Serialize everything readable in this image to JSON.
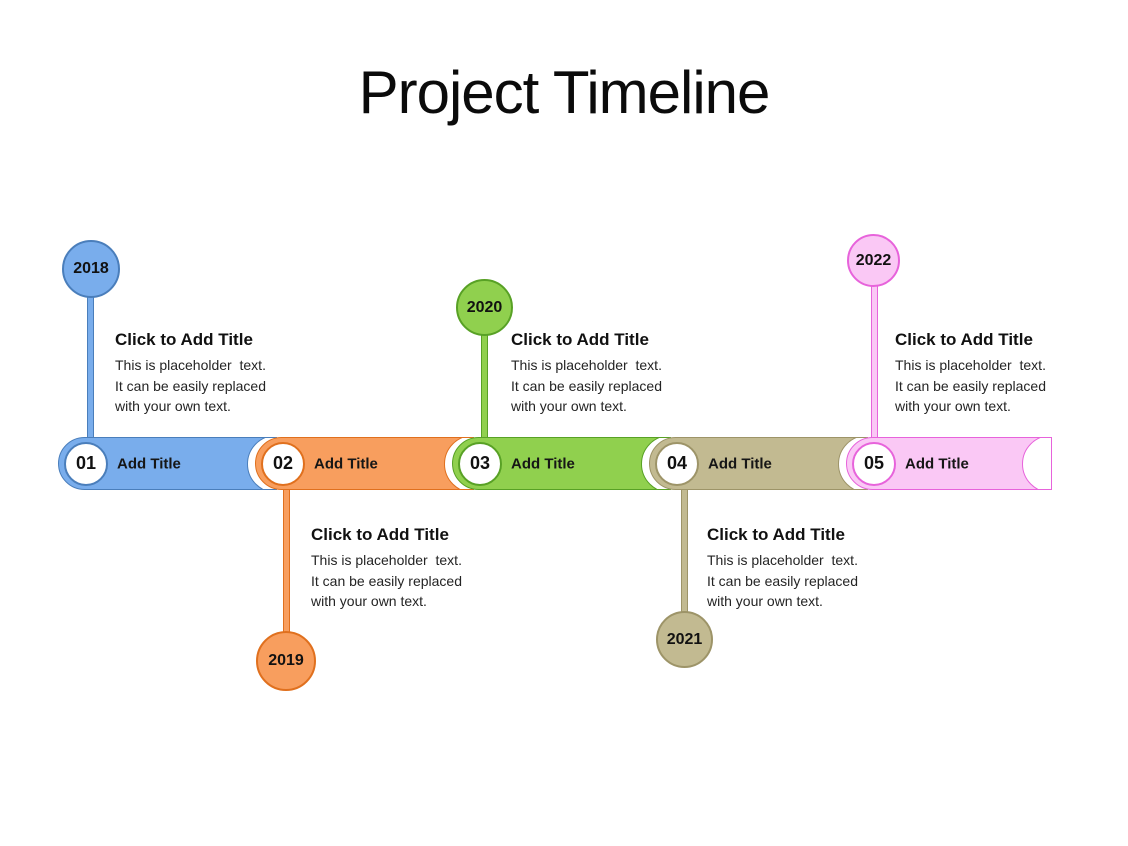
{
  "slide": {
    "title": "Project Timeline",
    "background": "#ffffff"
  },
  "milestones": [
    {
      "number": "01",
      "year": "2018",
      "year_position": "above",
      "segment_label": "Add Title",
      "heading": "Click to Add Title",
      "body": "This is placeholder  text.\nIt can be easily replaced\nwith your own text.",
      "fill": "#79ADEC",
      "line": "#4A7EBB"
    },
    {
      "number": "02",
      "year": "2019",
      "year_position": "below",
      "segment_label": "Add Title",
      "heading": "Click to Add Title",
      "body": "This is placeholder  text.\nIt can be easily replaced\nwith your own text.",
      "fill": "#F89E5E",
      "line": "#E0701E"
    },
    {
      "number": "03",
      "year": "2020",
      "year_position": "above",
      "segment_label": "Add Title",
      "heading": "Click to Add Title",
      "body": "This is placeholder  text.\nIt can be easily replaced\nwith your own text.",
      "fill": "#90D04E",
      "line": "#58A125"
    },
    {
      "number": "04",
      "year": "2021",
      "year_position": "below",
      "segment_label": "Add Title",
      "heading": "Click to Add Title",
      "body": "This is placeholder  text.\nIt can be easily replaced\nwith your own text.",
      "fill": "#C2BA91",
      "line": "#9D9468"
    },
    {
      "number": "05",
      "year": "2022",
      "year_position": "above",
      "segment_label": "Add Title",
      "heading": "Click to Add Title",
      "body": "This is placeholder  text.\nIt can be easily replaced\nwith your own text.",
      "fill": "#FAC8F5",
      "line": "#E763DB"
    }
  ]
}
